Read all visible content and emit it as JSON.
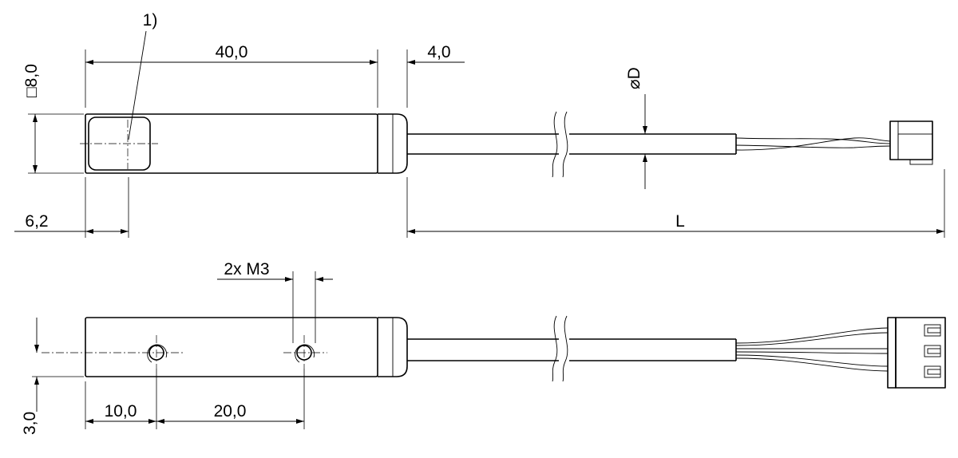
{
  "labels": {
    "note": "1)",
    "length_body": "40,0",
    "length_nose": "4,0",
    "diameter_sym": "⌀",
    "diameter": "D",
    "square_sym": "□",
    "square": "8,0",
    "offset_window": "6,2",
    "cable_length": "L",
    "thread": "2x M3",
    "hole_offset": "3,0",
    "hole_pos1": "10,0",
    "hole_pos2": "20,0"
  }
}
